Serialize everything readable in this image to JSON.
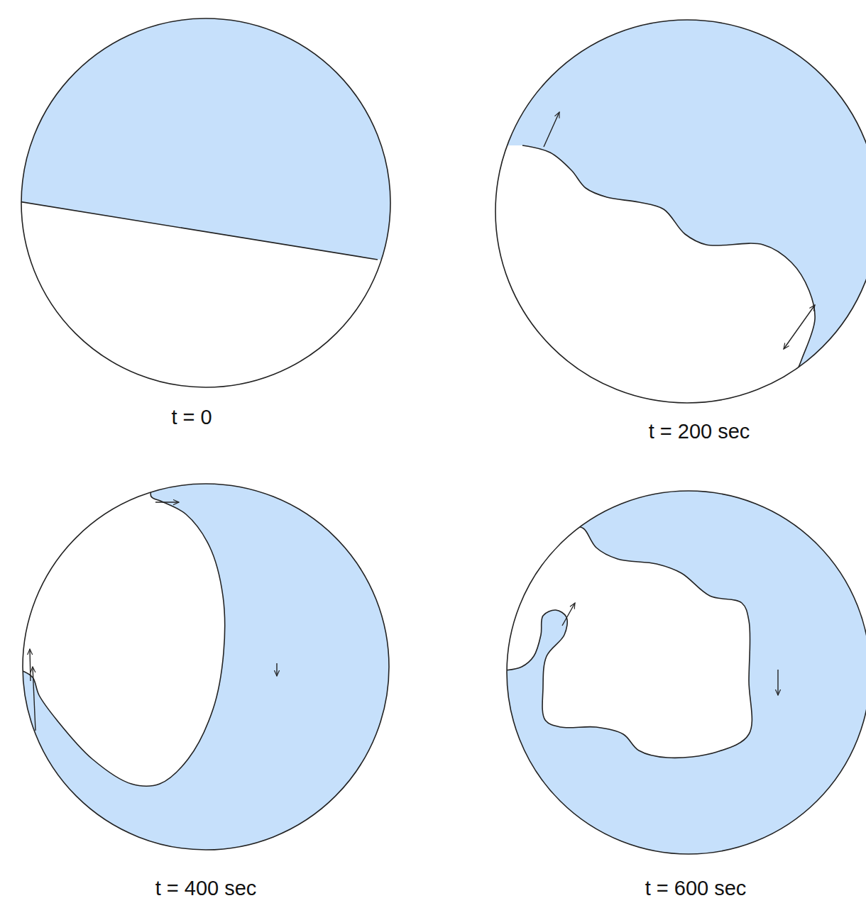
{
  "diagram": {
    "labels": [
      "t = 0",
      "t = 200 sec",
      "t = 400 sec",
      "t = 600 sec"
    ]
  }
}
